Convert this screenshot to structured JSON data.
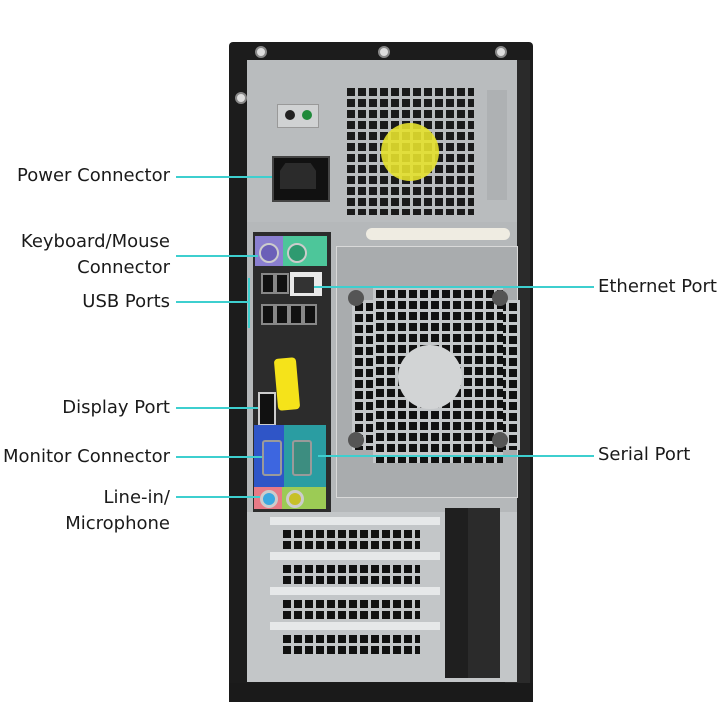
{
  "diagram": {
    "title": "Computer tower rear panel port diagram",
    "leader_color": "#3ecfcf",
    "labels_left": [
      {
        "id": "power",
        "text": "Power Connector"
      },
      {
        "id": "kbmouse_line1",
        "text": "Keyboard/Mouse"
      },
      {
        "id": "kbmouse_line2",
        "text": "Connector"
      },
      {
        "id": "usb",
        "text": "USB Ports"
      },
      {
        "id": "display",
        "text": "Display Port"
      },
      {
        "id": "monitor",
        "text": "Monitor Connector"
      },
      {
        "id": "linein_line1",
        "text": "Line-in/"
      },
      {
        "id": "linein_line2",
        "text": "Microphone"
      }
    ],
    "labels_right": [
      {
        "id": "ethernet",
        "text": "Ethernet Port"
      },
      {
        "id": "serial",
        "text": "Serial Port"
      }
    ],
    "components": {
      "psu_fan_sticker_color": "#e6e12e",
      "ps2_keyboard_color": "#8a7fd0",
      "ps2_mouse_color": "#4dc69a",
      "vga_color": "#2f55c7",
      "serial_color": "#2a9da2",
      "line_in_color": "#e87a86",
      "line_out_color": "#9ccb55"
    }
  }
}
